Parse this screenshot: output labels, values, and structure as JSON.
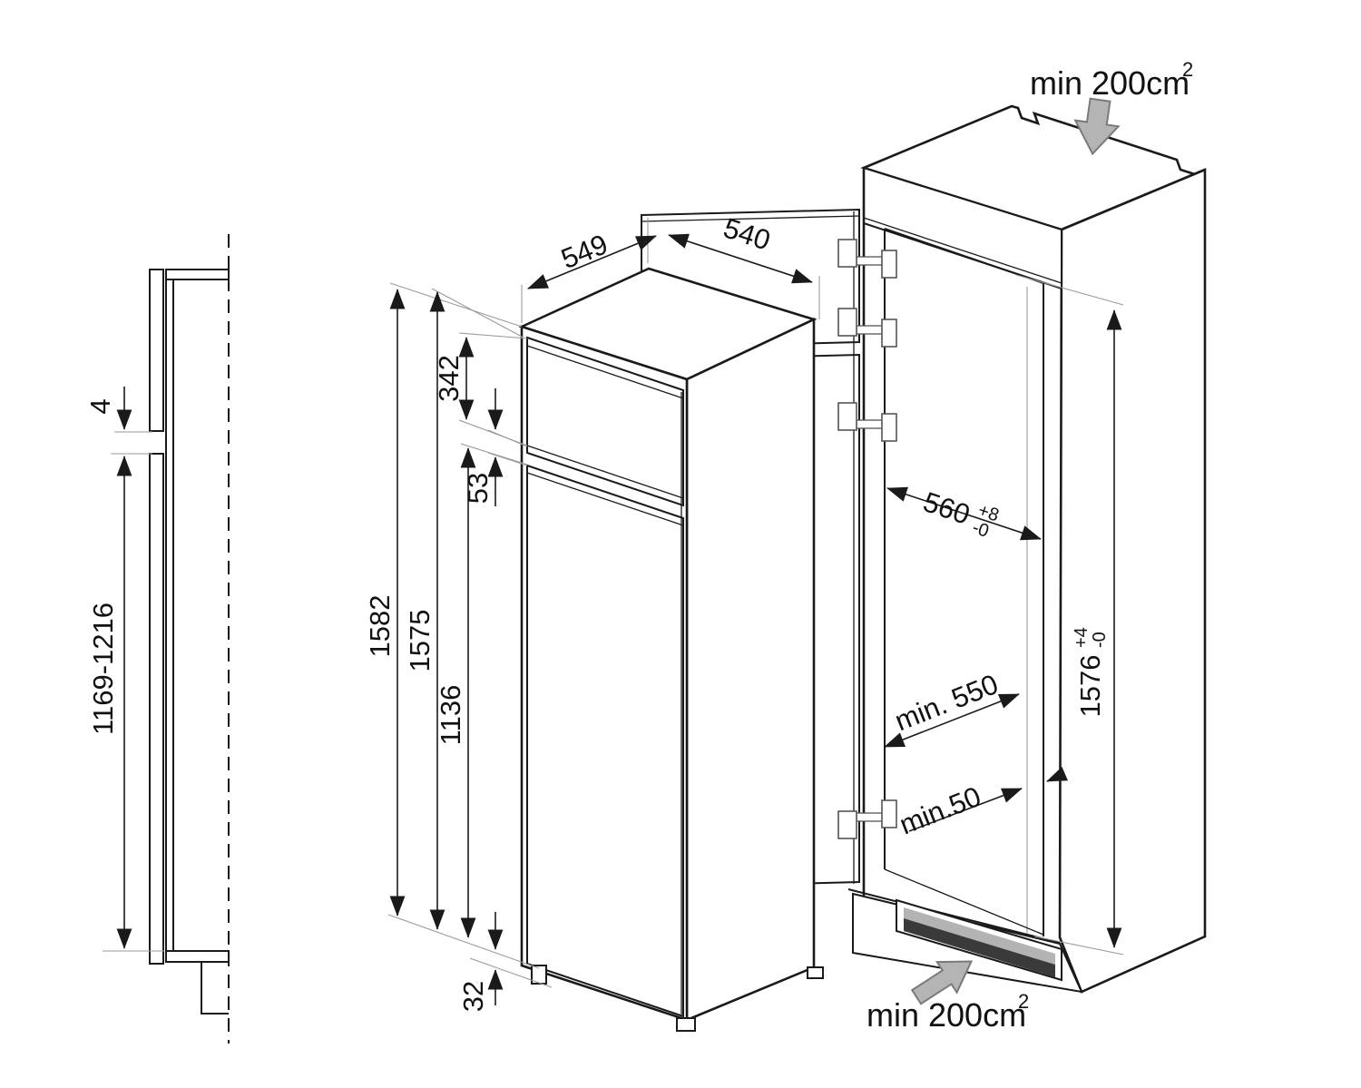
{
  "colors": {
    "line": "#1a1a1a",
    "thin_gray": "#9a9a9a",
    "arrow_fill": "#b4b4b4",
    "arrow_stroke": "#7a7a7a",
    "vent_light": "#b3b3b3",
    "vent_dark": "#3a3a3a"
  },
  "side_view": {
    "gap": "4",
    "height_range": "1169-1216"
  },
  "appliance": {
    "depth": "549",
    "width": "540",
    "height_total": "1582",
    "height_front": "1575",
    "freezer_door_height": "342",
    "door_gap": "53",
    "fridge_door_height": "1136",
    "plinth_height": "32"
  },
  "niche": {
    "width": "560",
    "width_tol_plus": "+8",
    "width_tol_minus": "-0",
    "height": "1576",
    "height_tol_plus": "+4",
    "height_tol_minus": "-0",
    "depth_min": "min. 550",
    "rear_gap_min": "min.50"
  },
  "ventilation": {
    "top": {
      "label": "min 200cm",
      "sup": "2"
    },
    "bottom": {
      "label": "min 200cm",
      "sup": "2"
    }
  }
}
